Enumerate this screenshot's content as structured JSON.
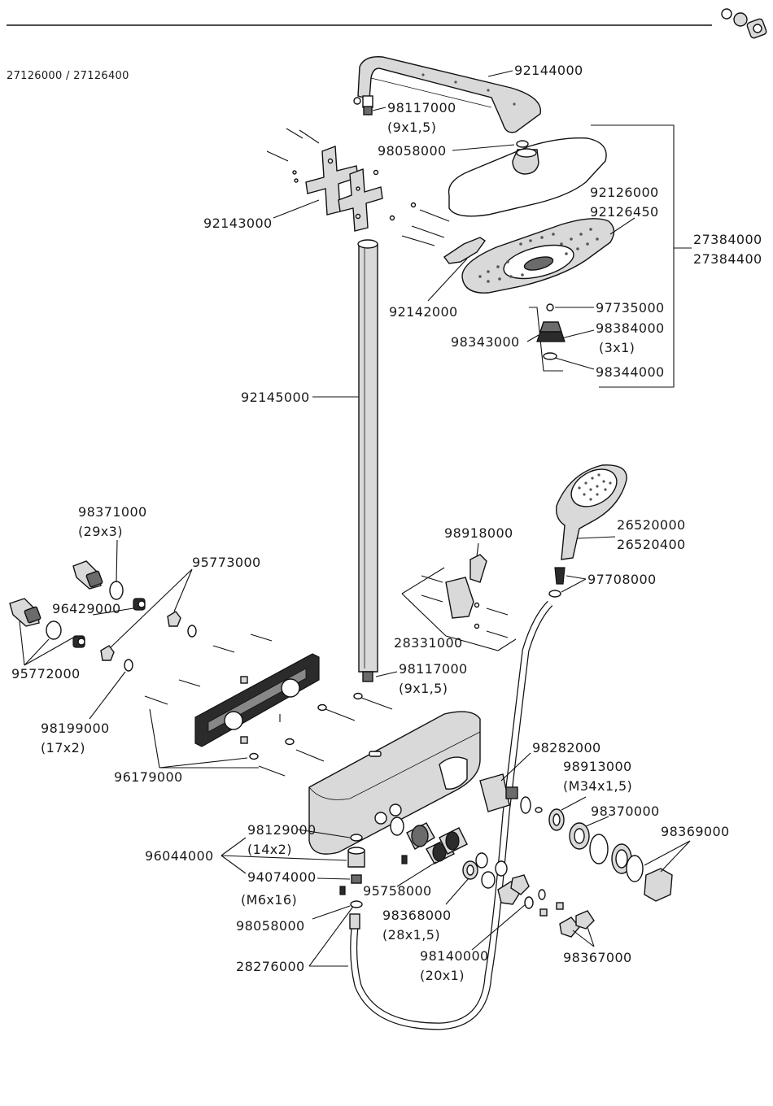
{
  "header": {
    "model_numbers": "27126000 / 27126400"
  },
  "labels": {
    "overhead_arm": "92144000",
    "arm_nipple": "98117000",
    "arm_nipple_size": "(9x1,5)",
    "head_washer": "98058000",
    "wall_bracket": "92143000",
    "head_body": "92126000",
    "head_plate": "92126450",
    "head_set_a": "27384000",
    "head_set_b": "27384400",
    "holder_clamp": "92142000",
    "flow_insert_small": "97735000",
    "ball_joint": "98343000",
    "ball_joint_seal": "98384000",
    "ball_joint_seal_size": "(3x1)",
    "disc": "98344000",
    "riser_rail": "92145000",
    "oring_large": "98371000",
    "oring_large_size": "(29x3)",
    "hand_shower_holder": "98918000",
    "hand_shower_a": "26520000",
    "hand_shower_b": "26520400",
    "hand_filter": "97708000",
    "s_union_screws": "95773000",
    "connector_nut": "96429000",
    "holder_set": "28331000",
    "s_unions": "95772000",
    "rail_nipple": "98117000",
    "rail_nipple_size": "(9x1,5)",
    "oring_small": "98199000",
    "oring_small_size": "(17x2)",
    "fixing_screws": "96179000",
    "cartridge": "98282000",
    "nut_m34": "98913000",
    "nut_m34_size": "(M34x1,5)",
    "sleeve": "98370000",
    "handle_caps": "98369000",
    "oring_14": "98129000",
    "oring_14_size": "(14x2)",
    "outlet_set": "96044000",
    "grub_screw": "94074000",
    "grub_screw_size": "(M6x16)",
    "check_valves": "95758000",
    "outlet_washer": "98058000",
    "oring_28": "98368000",
    "oring_28_size": "(28x1,5)",
    "hose": "28276000",
    "oring_20": "98140000",
    "oring_20_size": "(20x1)",
    "buttons": "98367000"
  }
}
